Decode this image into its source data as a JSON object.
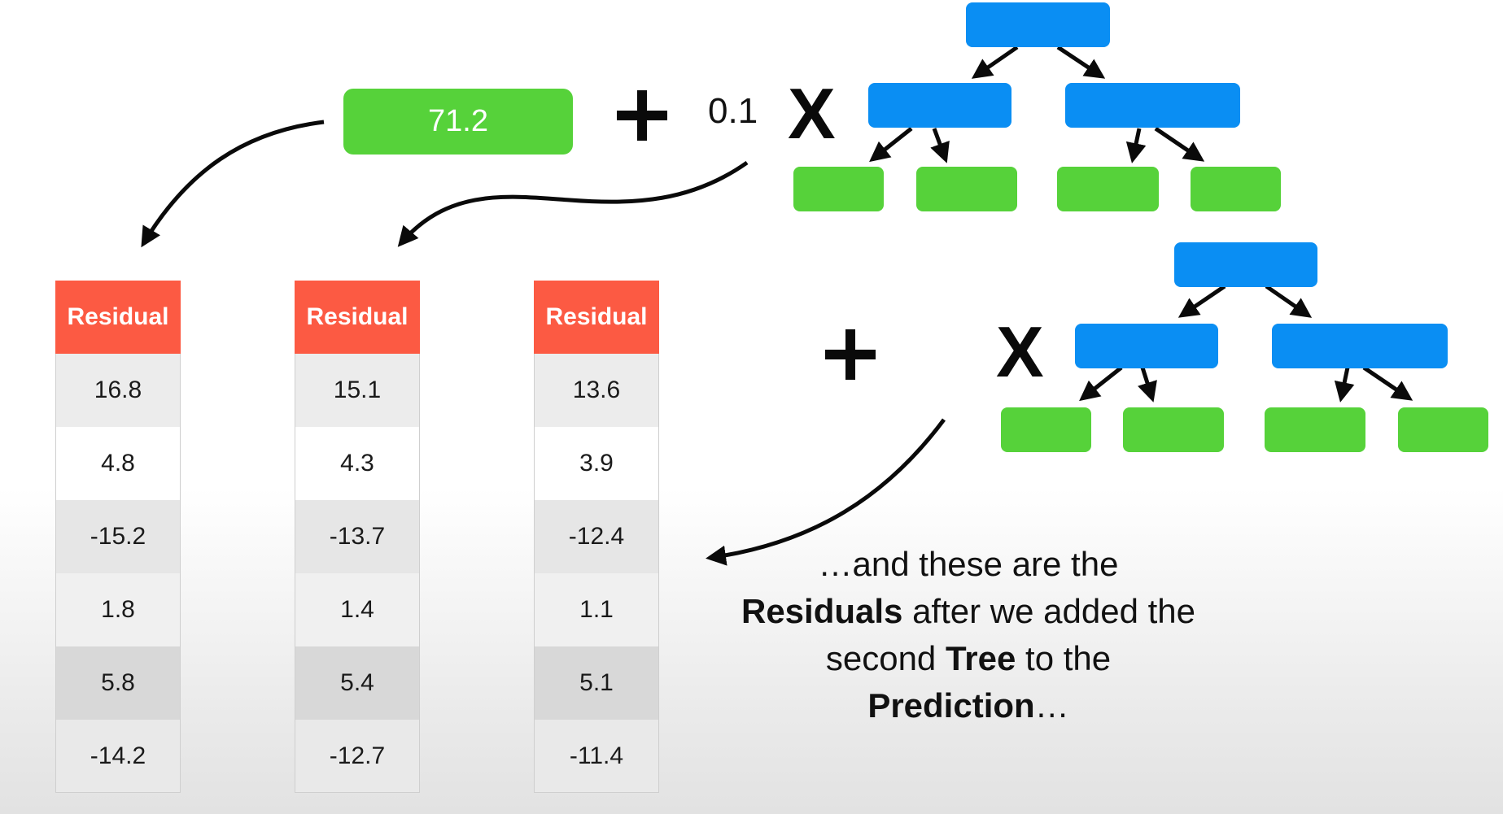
{
  "initial_prediction": "71.2",
  "learning_rate": "0.1",
  "operators": {
    "plus": "+",
    "times": "X"
  },
  "columns": [
    {
      "header": "Residual",
      "values": [
        "16.8",
        "4.8",
        "-15.2",
        "1.8",
        "5.8",
        "-14.2"
      ]
    },
    {
      "header": "Residual",
      "values": [
        "15.1",
        "4.3",
        "-13.7",
        "1.4",
        "5.4",
        "-12.7"
      ]
    },
    {
      "header": "Residual",
      "values": [
        "13.6",
        "3.9",
        "-12.4",
        "1.1",
        "5.1",
        "-11.4"
      ]
    }
  ],
  "caption": {
    "p1": "…and these are the",
    "b1": "Residuals",
    "p2": " after we added the second ",
    "b2": "Tree",
    "p3": " to the ",
    "b3": "Prediction",
    "p4": "…"
  },
  "colors": {
    "green": "#56d23a",
    "blue": "#0a8ef3",
    "header_red": "#fc5a43"
  }
}
